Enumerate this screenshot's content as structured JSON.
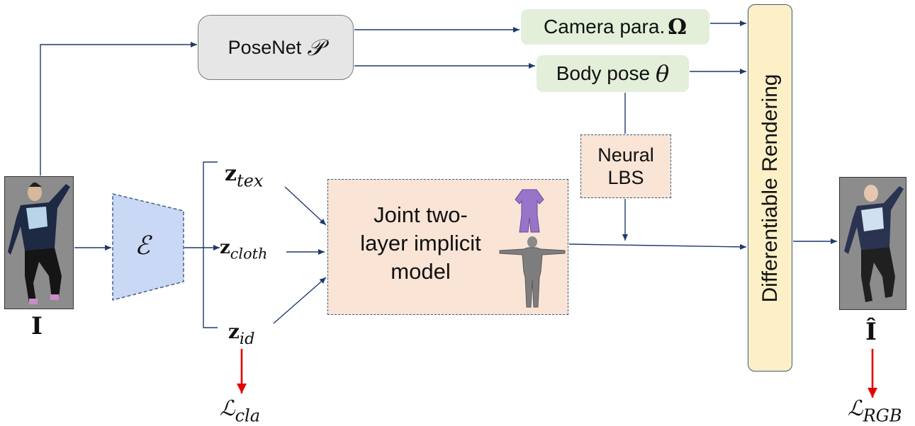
{
  "posenet": {
    "label": "PoseNet",
    "symbol": "𝒫"
  },
  "camera": {
    "label": "Camera para.",
    "symbol": "Ω"
  },
  "body_pose": {
    "label": "Body pose",
    "symbol": "θ"
  },
  "neural_lbs": {
    "line1": "Neural",
    "line2": "LBS"
  },
  "joint_model": {
    "line1": "Joint two-",
    "line2": "layer implicit",
    "line3": "model"
  },
  "renderer": {
    "label": "Differentiable Rendering"
  },
  "encoder": {
    "symbol": "ℰ"
  },
  "latents": {
    "tex": {
      "base": "z",
      "sub": "tex"
    },
    "cloth": {
      "base": "z",
      "sub": "cloth"
    },
    "id": {
      "base": "z",
      "sub": "id"
    }
  },
  "input_image": {
    "label": "I"
  },
  "output_image": {
    "label": "Î"
  },
  "losses": {
    "cla": {
      "base": "ℒ",
      "sub": "cla"
    },
    "rgb": {
      "base": "ℒ",
      "sub": "RGB"
    }
  },
  "colors": {
    "arrow": "#1f3a6b",
    "loss_arrow": "#e60000",
    "encoder_fill": "#c9d8f5",
    "green_box": "#e3efd9",
    "peach_box": "#f9e4d6",
    "render_fill": "#fdf0c6",
    "posenet_fill": "#e6e6e6"
  }
}
